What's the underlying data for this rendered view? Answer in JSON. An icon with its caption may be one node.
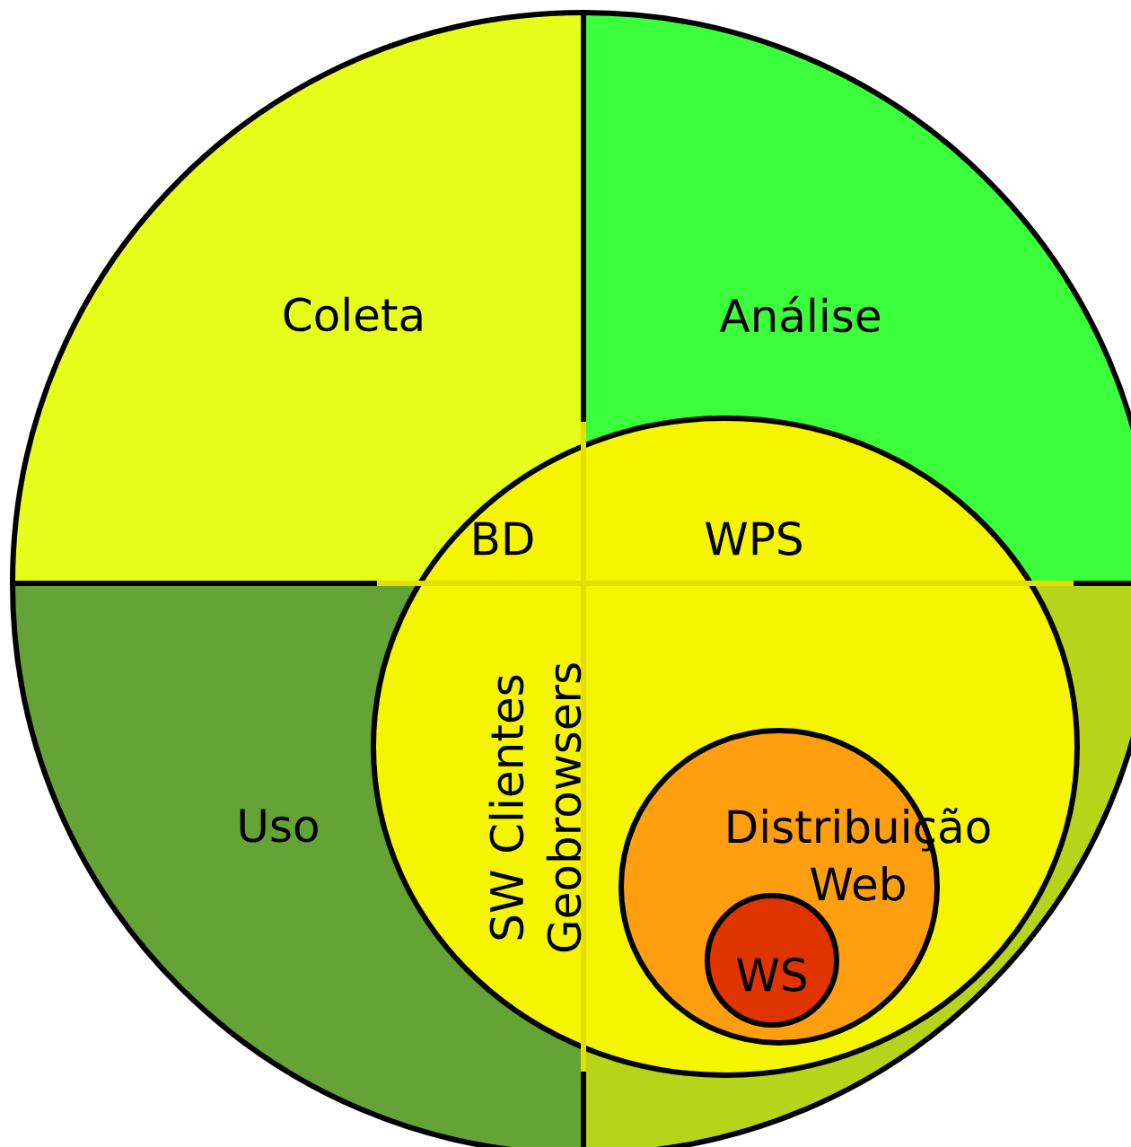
{
  "diagram": {
    "nodes": [
      {
        "text": [
          "Coleta"
        ]
      },
      {
        "text": [
          "Análise"
        ]
      },
      {
        "text": [
          "Uso"
        ]
      },
      {
        "text": [],
        "shape": "wedge"
      },
      {
        "text": [],
        "shape": "circle"
      },
      {
        "text": [
          "Distribuição Web"
        ]
      },
      {
        "text": [
          "WS"
        ],
        "in": 5
      }
    ],
    "labels": [
      "BD",
      "WPS",
      "SW Clientes Geobrowsers"
    ]
  }
}
